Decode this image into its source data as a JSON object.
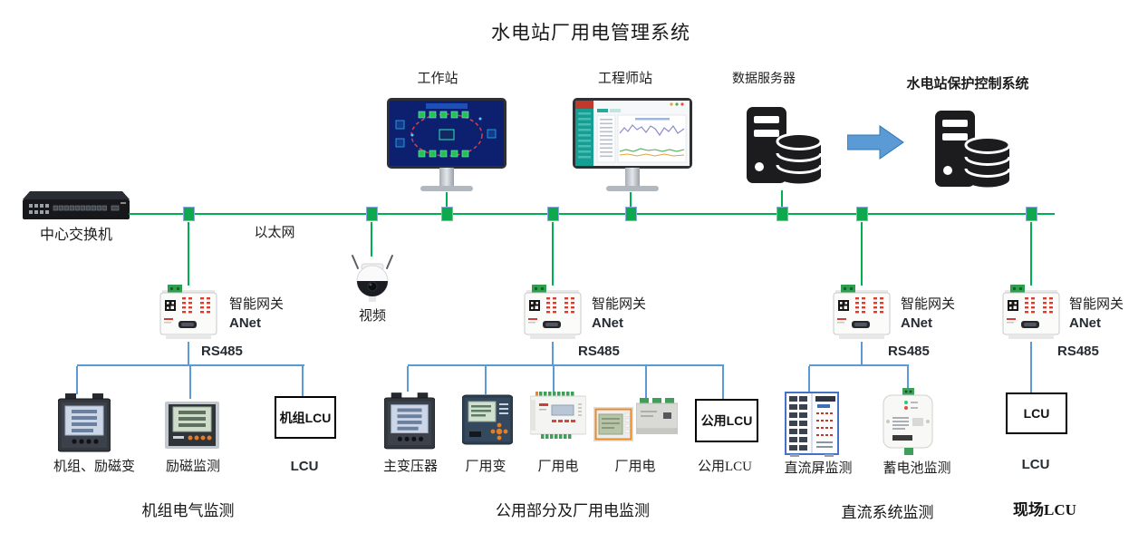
{
  "title": "水电站厂用电管理系统",
  "top": {
    "workstation": "工作站",
    "engineer_station": "工程师站",
    "data_server": "数据服务器",
    "protection_system": "水电站保护控制系统"
  },
  "network": {
    "central_switch": "中心交换机",
    "ethernet": "以太网",
    "video": "视频"
  },
  "gateway": {
    "name": "智能网关",
    "model": "ANet",
    "bus": "RS485"
  },
  "groups": [
    {
      "label": "机组电气监测",
      "devices": [
        {
          "label": "机组、励磁变"
        },
        {
          "label": "励磁监测"
        },
        {
          "box": "机组LCU",
          "label": "LCU"
        }
      ]
    },
    {
      "label": "公用部分及厂用电监测",
      "devices": [
        {
          "label": "主变压器"
        },
        {
          "label": "厂用变"
        },
        {
          "label": "厂用电"
        },
        {
          "label": "厂用电"
        },
        {
          "box": "公用LCU",
          "label": "公用LCU"
        }
      ]
    },
    {
      "label": "直流系统监测",
      "devices": [
        {
          "label": "直流屏监测"
        },
        {
          "label": "蓄电池监测"
        }
      ]
    },
    {
      "label": "现场LCU",
      "devices": [
        {
          "box": "LCU",
          "label": "LCU"
        }
      ]
    }
  ],
  "colors": {
    "ethernet_green": "#00B050",
    "node_fill": "#0EA94E",
    "node_border": "#8FAADC",
    "rs485_blue": "#5B9BD5",
    "arrow_blue": "#5B9BD5"
  }
}
